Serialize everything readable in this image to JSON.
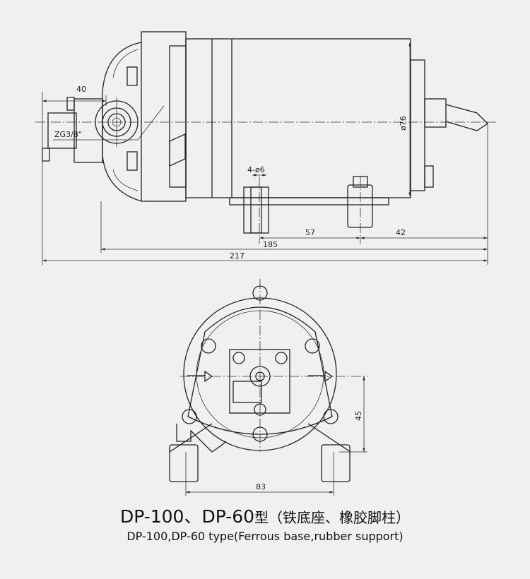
{
  "side_view": {
    "dimensions": {
      "d40": "40",
      "port": "ZG3/8\"",
      "diameter": "ø76",
      "holes": "4-ø6",
      "d57": "57",
      "d42": "42",
      "d185": "185",
      "d217": "217"
    }
  },
  "front_view": {
    "dimensions": {
      "d45": "45",
      "d83": "83"
    }
  },
  "caption": {
    "title_model": "DP-100、DP-60",
    "title_type": "型（铁底座、橡胶脚柱）",
    "subtitle": "DP-100,DP-60 type(Ferrous base,rubber support)"
  }
}
